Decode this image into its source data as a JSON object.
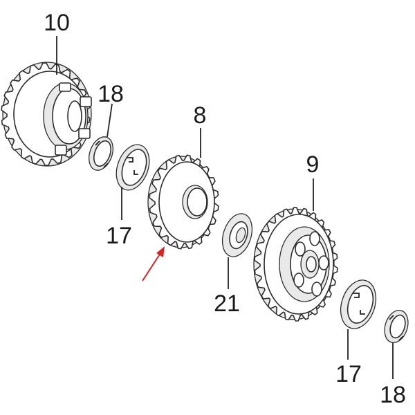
{
  "labels": {
    "gear_top_left": "10",
    "clip_top": "18",
    "washer_left": "17",
    "gear_center": "8",
    "washer_center": "21",
    "gear_right": "9",
    "washer_right": "17",
    "clip_bottom": "18"
  },
  "colors": {
    "line": "#222222",
    "pointer_arrow": "#e02020"
  },
  "icons": {
    "pointer": "red-arrow-pointer"
  }
}
